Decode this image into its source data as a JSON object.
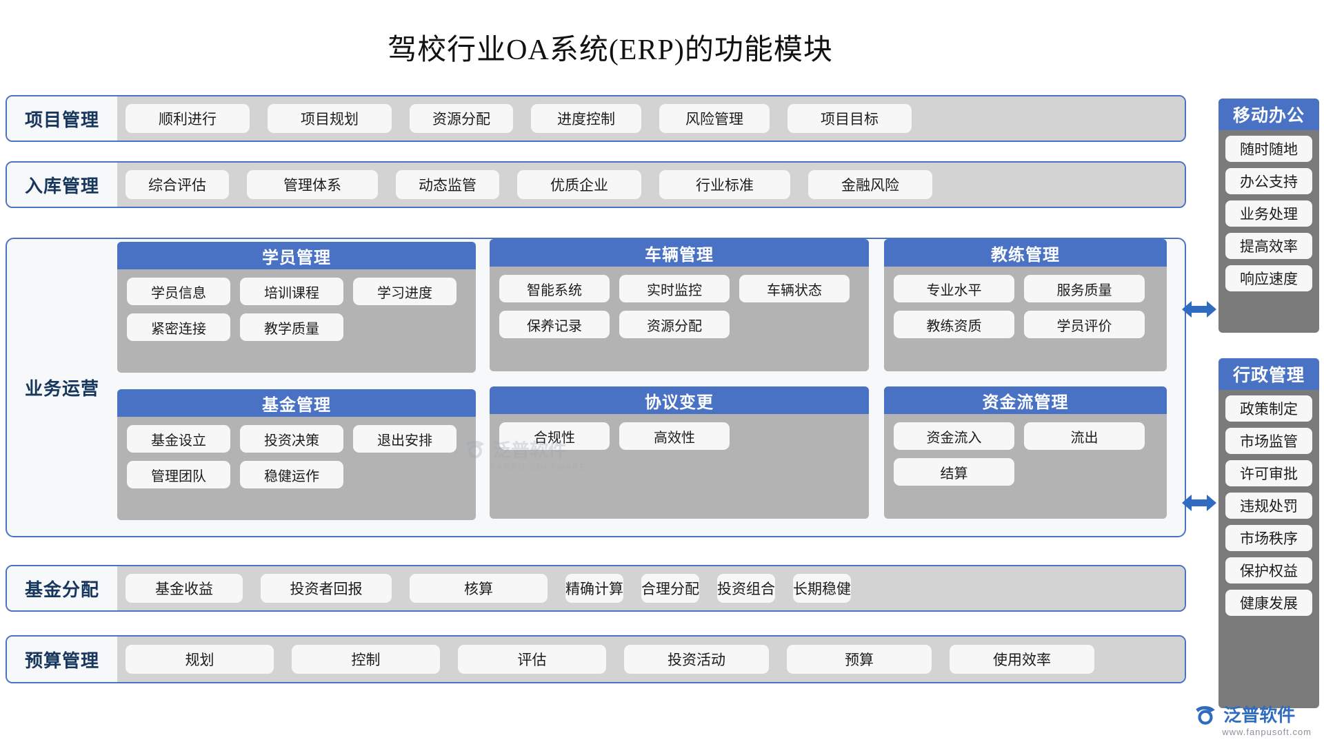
{
  "title": "驾校行业OA系统(ERP)的功能模块",
  "colors": {
    "accent_blue": "#4a72c4",
    "panel_gray": "#b3b3b3",
    "band_body_gray": "#d3d3d3",
    "sidebar_gray": "#7a7a7a",
    "chip_white": "#f7f7f7",
    "label_navy": "#17365d",
    "brand_blue": "#2f6cc0"
  },
  "bands": [
    {
      "label": "项目管理",
      "chips": [
        "顺利进行",
        "项目规划",
        "资源分配",
        "进度控制",
        "风险管理",
        "项目目标"
      ]
    },
    {
      "label": "入库管理",
      "chips": [
        "综合评估",
        "管理体系",
        "动态监管",
        "优质企业",
        "行业标准",
        "金融风险"
      ]
    }
  ],
  "operations": {
    "label": "业务运营",
    "panels": [
      {
        "title": "学员管理",
        "chips": [
          "学员信息",
          "培训课程",
          "学习进度",
          "紧密连接",
          "教学质量"
        ]
      },
      {
        "title": "车辆管理",
        "chips": [
          "智能系统",
          "实时监控",
          "车辆状态",
          "保养记录",
          "资源分配"
        ]
      },
      {
        "title": "教练管理",
        "chips": [
          "专业水平",
          "服务质量",
          "教练资质",
          "学员评价"
        ]
      },
      {
        "title": "基金管理",
        "chips": [
          "基金设立",
          "投资决策",
          "退出安排",
          "管理团队",
          "稳健运作"
        ]
      },
      {
        "title": "协议变更",
        "chips": [
          "合规性",
          "高效性"
        ]
      },
      {
        "title": "资金流管理",
        "chips": [
          "资金流入",
          "流出",
          "结算"
        ]
      }
    ]
  },
  "bottom_bands": [
    {
      "label": "基金分配",
      "chips": [
        "基金收益",
        "投资者回报",
        "核算",
        "精确计算",
        "合理分配",
        "投资组合",
        "长期稳健"
      ]
    },
    {
      "label": "预算管理",
      "chips": [
        "规划",
        "控制",
        "评估",
        "投资活动",
        "预算",
        "使用效率"
      ]
    }
  ],
  "sidebars": [
    {
      "title": "移动办公",
      "items": [
        "随时随地",
        "办公支持",
        "业务处理",
        "提高效率",
        "响应速度"
      ]
    },
    {
      "title": "行政管理",
      "items": [
        "政策制定",
        "市场监管",
        "许可审批",
        "违规处罚",
        "市场秩序",
        "保护权益",
        "健康发展"
      ]
    }
  ],
  "watermark": {
    "name": "泛普软件",
    "sub": "FANPU SOFTWARE"
  },
  "brand": {
    "name": "泛普软件",
    "url": "www.fanpusoft.com"
  }
}
